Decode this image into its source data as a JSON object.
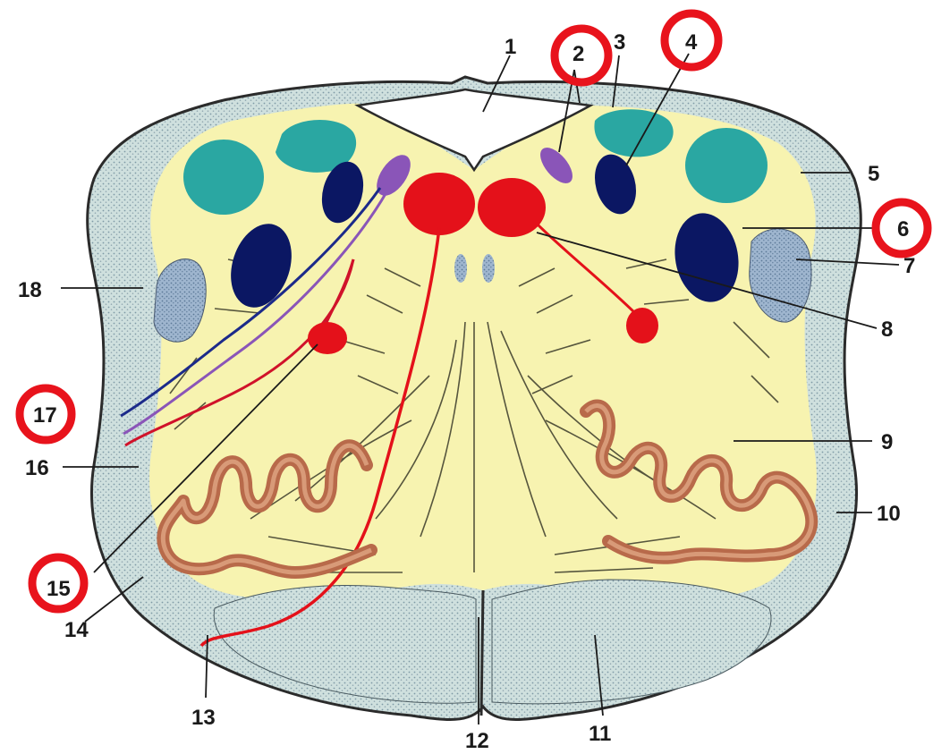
{
  "diagram": {
    "labels": {
      "l1": "1",
      "l2": "2",
      "l3": "3",
      "l4": "4",
      "l5": "5",
      "l6": "6",
      "l7": "7",
      "l8": "8",
      "l9": "9",
      "l10": "10",
      "l11": "11",
      "l12": "12",
      "l13": "13",
      "l14": "14",
      "l15": "15",
      "l16": "16",
      "l17": "17",
      "l18": "18"
    },
    "highlighted_labels": [
      "2",
      "4",
      "6",
      "15",
      "17"
    ]
  },
  "colors": {
    "background": "#ffffff",
    "tissue": "#f7f3b0",
    "outline": "#2b2b2b",
    "peripheral_stipple": "#c9dcdc",
    "teal_nucleus": "#2aa7a2",
    "navy_nucleus": "#0b1763",
    "purple_nucleus": "#8a55b8",
    "red_nucleus": "#e4111a",
    "olive_brown": "#b86a4a",
    "highlight_ring": "#e8131c"
  }
}
